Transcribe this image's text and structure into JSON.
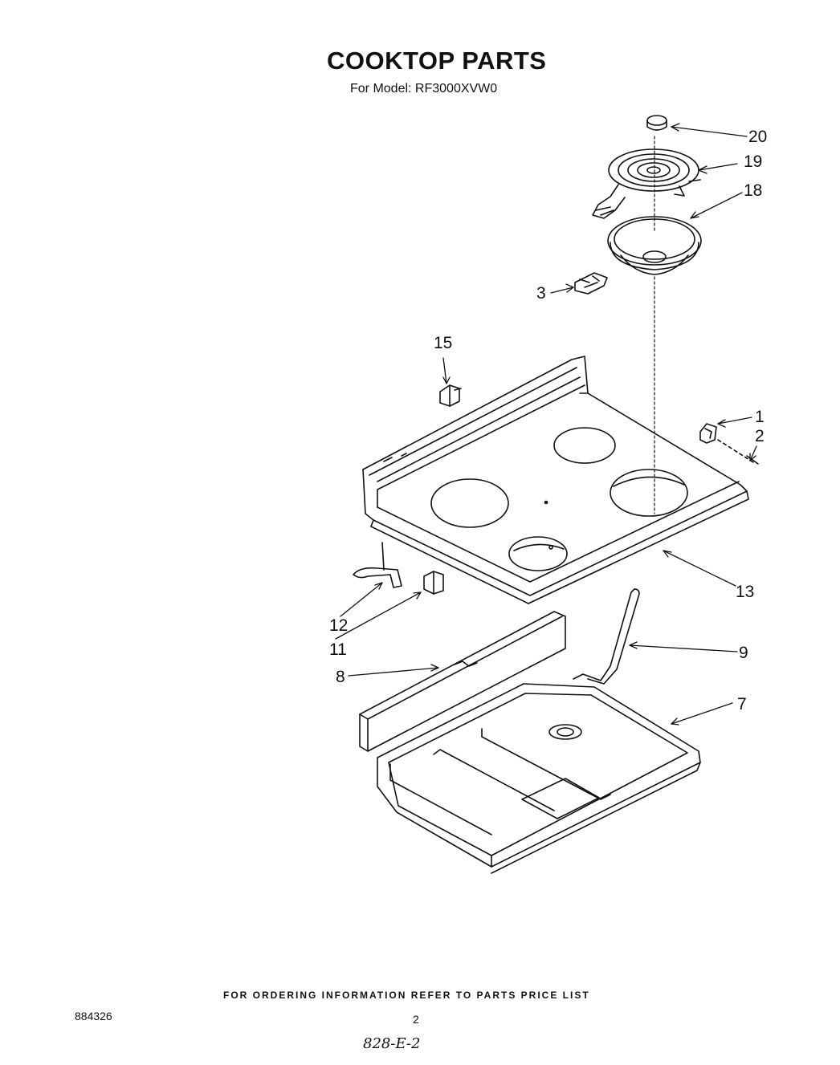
{
  "header": {
    "title": "COOKTOP PARTS",
    "subtitle": "For Model: RF3000XVW0"
  },
  "callouts": {
    "p20": "20",
    "p19": "19",
    "p18": "18",
    "p3": "3",
    "p15": "15",
    "p1": "1",
    "p2": "2",
    "p13": "13",
    "p12": "12",
    "p11": "11",
    "p9": "9",
    "p8": "8",
    "p7": "7"
  },
  "footer": {
    "ordering": "FOR ORDERING INFORMATION REFER TO PARTS PRICE LIST",
    "doc_number": "884326",
    "page_number": "2",
    "hand_note": "828-E-2"
  }
}
